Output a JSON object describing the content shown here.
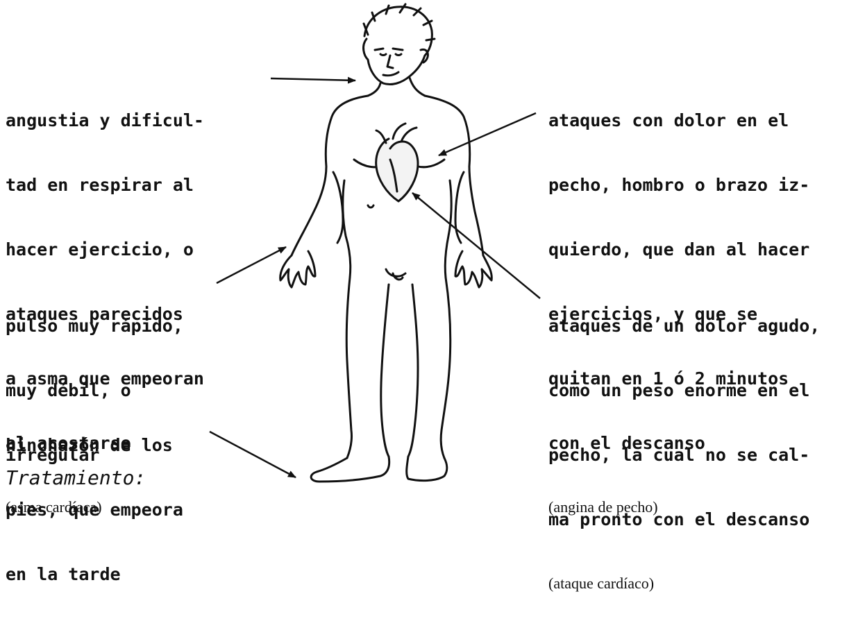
{
  "labels": {
    "asthma": {
      "lines": [
        "angustia y dificul-",
        "tad en respirar al",
        "hacer ejercicio, o",
        "ataques parecidos",
        "a asma que empeoran",
        "al acostarse"
      ],
      "note": "(asma cardíaca)"
    },
    "pulse": {
      "lines": [
        "pulso muy rápido,",
        "muy débil, o",
        "irregular"
      ]
    },
    "swelling": {
      "lines": [
        "hinchazón de los",
        "pies, que empeora",
        "en la tarde"
      ]
    },
    "angina": {
      "lines": [
        "ataques con dolor en el",
        "pecho, hombro o brazo iz-",
        "quierdo, que dan al hacer",
        "ejercicios, y que se",
        "quitan en 1 ó 2 minutos",
        "con el descanso"
      ],
      "note": "(angina de pecho)"
    },
    "heart_attack": {
      "lines": [
        "ataques de un dolor agudo,",
        "como un peso enorme en el",
        "pecho, la cual no se cal-",
        "ma pronto con el descanso"
      ],
      "note": "(ataque cardíaco)"
    }
  },
  "heading": "Tratamiento:"
}
